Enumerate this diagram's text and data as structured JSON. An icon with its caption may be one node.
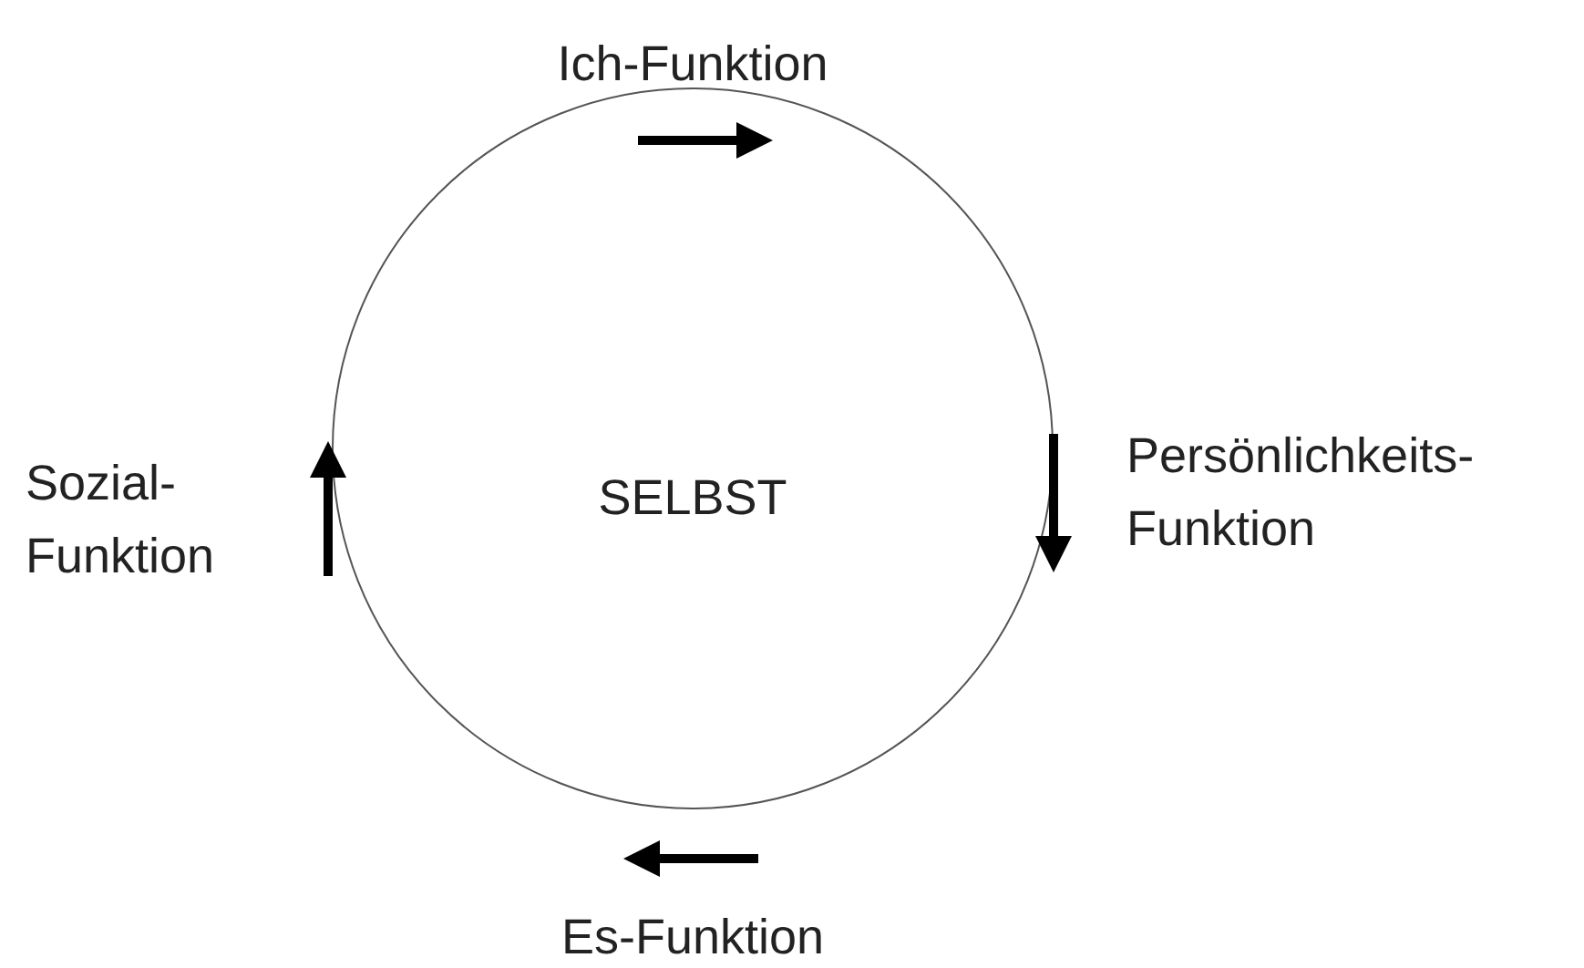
{
  "diagram": {
    "nodes": [
      {
        "text": [
          "SELBST"
        ]
      }
    ],
    "labels": [
      "Ich-Funktion",
      "Sozial- Funktion",
      "Persönlichkeits- Funktion",
      "Es-Funktion"
    ]
  }
}
